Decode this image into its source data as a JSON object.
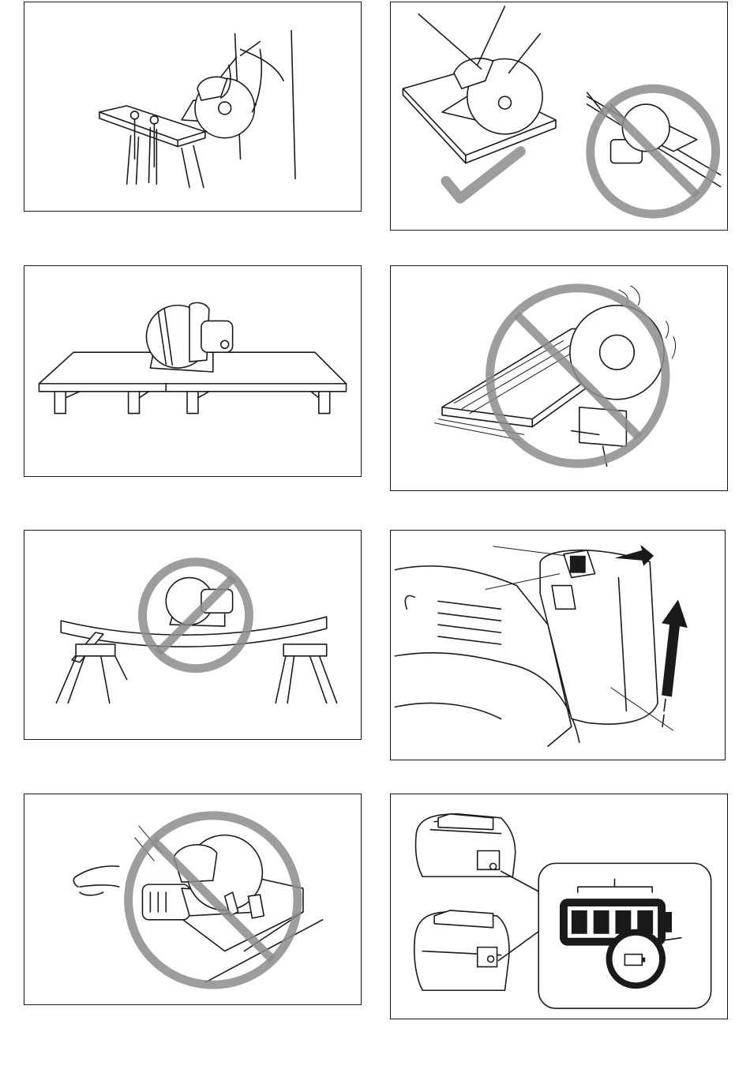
{
  "page": {
    "figures": [
      {
        "id": "fig-supported-sawhorse",
        "kind": "correct"
      },
      {
        "id": "fig-check-vs-prohibited",
        "kind": "compare"
      },
      {
        "id": "fig-board-supported-near-cut",
        "kind": "correct"
      },
      {
        "id": "fig-kickback-prohibited",
        "kind": "prohibited"
      },
      {
        "id": "fig-board-sagging-prohibited",
        "kind": "prohibited"
      },
      {
        "id": "fig-battery-install",
        "kind": "info"
      },
      {
        "id": "fig-hand-under-prohibited",
        "kind": "prohibited"
      },
      {
        "id": "fig-battery-indicator",
        "kind": "info"
      }
    ],
    "battery_indicator_segments": 4,
    "colors": {
      "line": "#1a1a1a",
      "prohibit": "#8c8c8c",
      "background": "#ffffff"
    }
  }
}
